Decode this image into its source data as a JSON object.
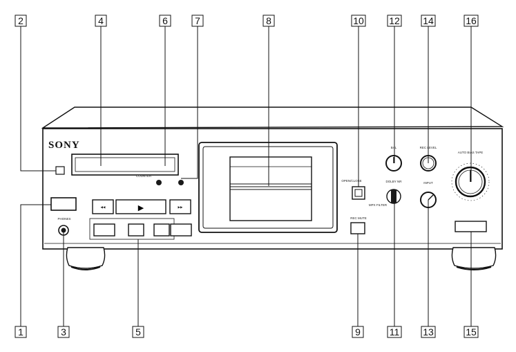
{
  "brand": "SONY",
  "callouts": [
    "1",
    "2",
    "3",
    "4",
    "5",
    "6",
    "7",
    "8",
    "9",
    "10",
    "11",
    "12",
    "13",
    "14",
    "15",
    "16"
  ],
  "panel_labels": {
    "phones": "PHONES",
    "counter": "COUNTER",
    "bal": "BAL",
    "rec_level": "REC LEVEL",
    "dolby_nr": "DOLBY NR",
    "mpx_filter": "MPX FILTER",
    "rec_mute": "REC MUTE",
    "open_close": "OPEN/CLOSE",
    "auto_bias": "AUTO BIAS TAPE",
    "input": "INPUT",
    "play_label": "▶"
  },
  "colors": {
    "line": "#111111",
    "fill_dark": "#1a1a1a",
    "fill_light": "#f4f4f4"
  }
}
